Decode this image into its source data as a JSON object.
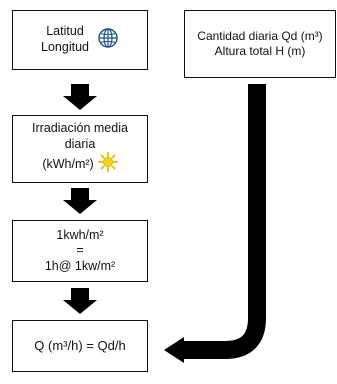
{
  "box_location": {
    "line1": "Latitud",
    "line2": "Longitud",
    "icon": "globe-icon"
  },
  "box_inputs": {
    "line1": "Cantidad diaria Qd (m³)",
    "line2": "Altura total H (m)"
  },
  "box_irradiation": {
    "line1": "Irradiación media",
    "line2": "diaria",
    "line3": "(kWh/m²)",
    "icon": "sun-icon"
  },
  "box_equivalence": {
    "line1": "1kwh/m²",
    "line2": "=",
    "line3": "1h@ 1kw/m²"
  },
  "box_flow": {
    "text": "Q (m³/h) = Qd/h"
  },
  "colors": {
    "border": "#111111",
    "arrow": "#000000",
    "globe": "#1f4e8c",
    "sun": "#f2c200"
  }
}
